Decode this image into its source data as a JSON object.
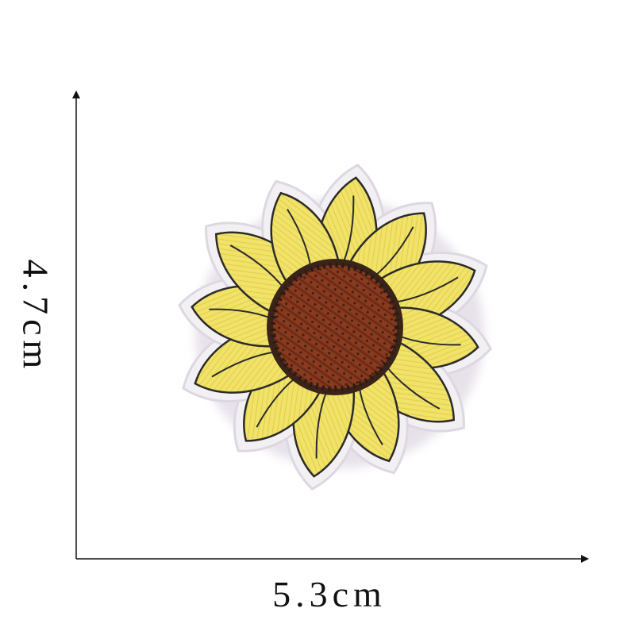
{
  "product": {
    "name": "sunflower-embroidered-patch",
    "colors": {
      "petal": "#f1e36a",
      "petal_shade": "#e6d24e",
      "center": "#8a3a1e",
      "center_dark": "#3a241a",
      "outline": "#2b2b2b",
      "backing": "#f3f0f4",
      "backing_edge": "#ddd7e2"
    }
  },
  "dimensions": {
    "width_label": "5.3cm",
    "height_label": "4.7cm",
    "axis_color": "#111111"
  }
}
